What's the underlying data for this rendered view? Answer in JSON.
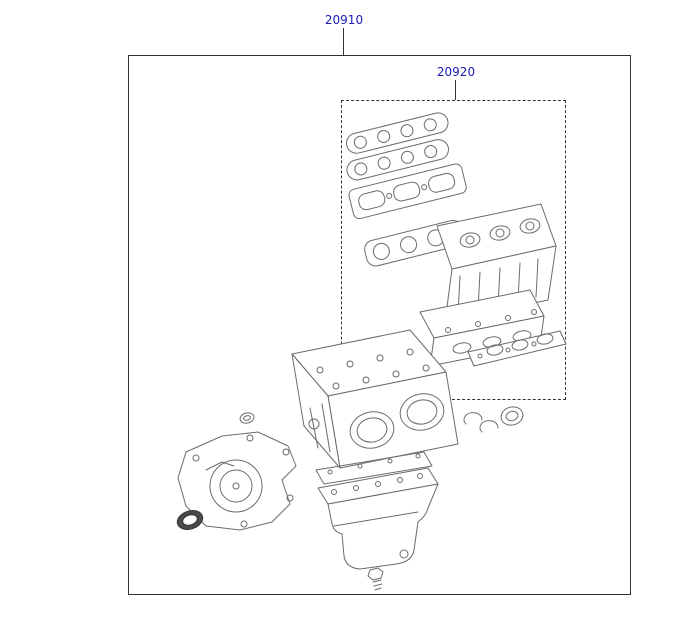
{
  "diagram": {
    "outer_label": "20910",
    "inner_label": "20920",
    "label_color": "#1a1ab8",
    "border_color": "#333333",
    "line_color": "#6b6b6b",
    "kit_name": "engine-overhaul-gasket-kit",
    "sub_kit_name": "head-gasket-set"
  }
}
